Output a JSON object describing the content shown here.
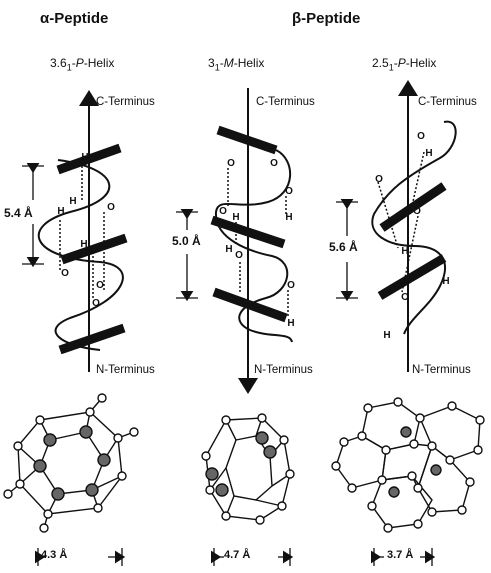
{
  "headers": {
    "alpha": "α-Peptide",
    "beta": "β-Peptide"
  },
  "helices": [
    {
      "name_main": "3.6",
      "name_sub": "1",
      "name_italic": "P",
      "name_rest": "-Helix",
      "top_label": "C-Terminus",
      "bottom_label": "N-Terminus",
      "pitch": "5.4 Å",
      "diameter": "4.3 Å"
    },
    {
      "name_main": "3",
      "name_sub": "1",
      "name_italic": "M",
      "name_rest": "-Helix",
      "top_label": "C-Terminus",
      "bottom_label": "N-Terminus",
      "pitch": "5.0 Å",
      "diameter": "4.7 Å"
    },
    {
      "name_main": "2.5",
      "name_sub": "1",
      "name_italic": "P",
      "name_rest": "-Helix",
      "top_label": "C-Terminus",
      "bottom_label": "N-Terminus",
      "pitch": "5.6 Å",
      "diameter": "3.7 Å"
    }
  ],
  "atoms": {
    "h": "H",
    "o": "O"
  }
}
